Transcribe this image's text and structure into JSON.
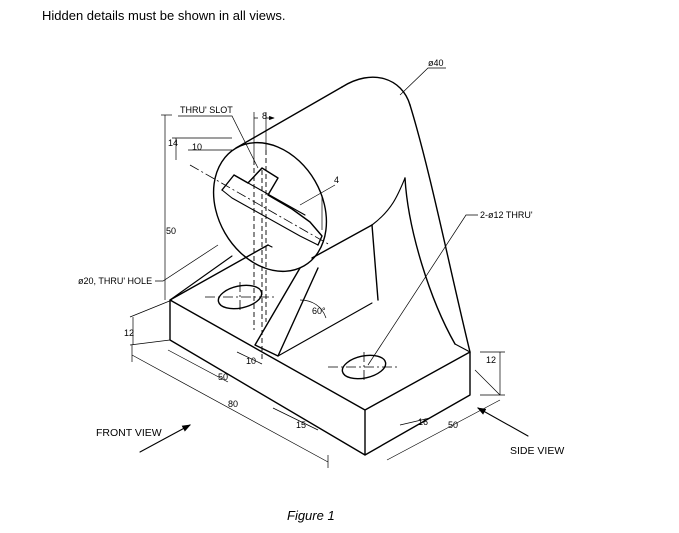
{
  "instruction": "Hidden details must be shown in all views.",
  "caption": "Figure 1",
  "labels": {
    "dia40": "ø40",
    "thru_slot": "THRU' SLOT",
    "eight": "8",
    "fourteen": "14",
    "ten_top": "10",
    "four": "4",
    "two_holes": "2-ø12 THRU'",
    "fifty_vert": "50",
    "dia20_hole": "ø20, THRU' HOLE",
    "twelve_left": "12",
    "sixty_deg": "60°",
    "ten_bottom": "10",
    "fifty_diag": "50",
    "eighty": "80",
    "fifteen": "15",
    "sixteen": "16",
    "fifty_side": "50",
    "twelve_right": "12",
    "front_view": "FRONT VIEW",
    "side_view": "SIDE VIEW"
  }
}
